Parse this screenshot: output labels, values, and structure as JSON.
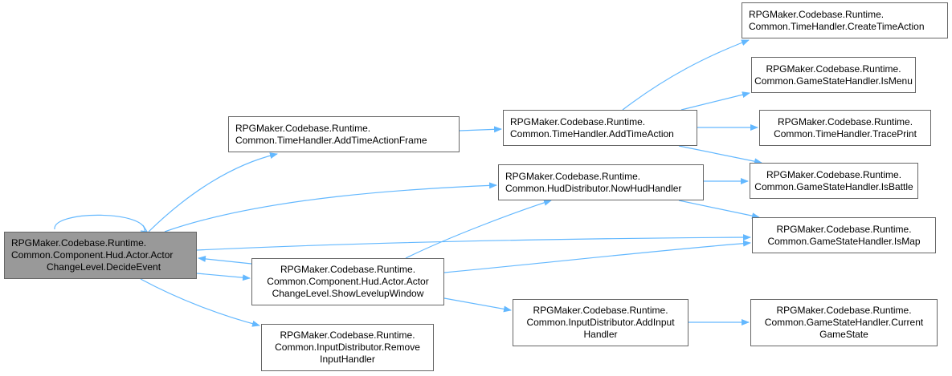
{
  "colors": {
    "edge": "#63b8ff",
    "node_border": "#666666",
    "root_fill": "#999999",
    "node_fill": "#ffffff"
  },
  "nodes": [
    {
      "id": "decide",
      "lines": [
        "RPGMaker.Codebase.Runtime.",
        "Common.Component.Hud.Actor.Actor",
        "ChangeLevel.DecideEvent"
      ]
    },
    {
      "id": "addframe",
      "lines": [
        "RPGMaker.Codebase.Runtime.",
        "Common.TimeHandler.AddTimeActionFrame"
      ]
    },
    {
      "id": "addaction",
      "lines": [
        "RPGMaker.Codebase.Runtime.",
        "Common.TimeHandler.AddTimeAction"
      ]
    },
    {
      "id": "create",
      "lines": [
        "RPGMaker.Codebase.Runtime.",
        "Common.TimeHandler.CreateTimeAction"
      ]
    },
    {
      "id": "ismenu",
      "lines": [
        "RPGMaker.Codebase.Runtime.",
        "Common.GameStateHandler.IsMenu"
      ]
    },
    {
      "id": "trace",
      "lines": [
        "RPGMaker.Codebase.Runtime.",
        "Common.TimeHandler.TracePrint"
      ]
    },
    {
      "id": "nowhud",
      "lines": [
        "RPGMaker.Codebase.Runtime.",
        "Common.HudDistributor.NowHudHandler"
      ]
    },
    {
      "id": "isbattle",
      "lines": [
        "RPGMaker.Codebase.Runtime.",
        "Common.GameStateHandler.IsBattle"
      ]
    },
    {
      "id": "ismap",
      "lines": [
        "RPGMaker.Codebase.Runtime.",
        "Common.GameStateHandler.IsMap"
      ]
    },
    {
      "id": "showlevel",
      "lines": [
        "RPGMaker.Codebase.Runtime.",
        "Common.Component.Hud.Actor.Actor",
        "ChangeLevel.ShowLevelupWindow"
      ]
    },
    {
      "id": "addinput",
      "lines": [
        "RPGMaker.Codebase.Runtime.",
        "Common.InputDistributor.AddInput",
        "Handler"
      ]
    },
    {
      "id": "curstate",
      "lines": [
        "RPGMaker.Codebase.Runtime.",
        "Common.GameStateHandler.Current",
        "GameState"
      ]
    },
    {
      "id": "removeinput",
      "lines": [
        "RPGMaker.Codebase.Runtime.",
        "Common.InputDistributor.Remove",
        "InputHandler"
      ]
    }
  ],
  "edges": [
    {
      "from": "decide",
      "to": "decide"
    },
    {
      "from": "decide",
      "to": "addframe"
    },
    {
      "from": "decide",
      "to": "nowhud"
    },
    {
      "from": "decide",
      "to": "ismap"
    },
    {
      "from": "decide",
      "to": "showlevel"
    },
    {
      "from": "decide",
      "to": "removeinput"
    },
    {
      "from": "addframe",
      "to": "addaction"
    },
    {
      "from": "addaction",
      "to": "create"
    },
    {
      "from": "addaction",
      "to": "ismenu"
    },
    {
      "from": "addaction",
      "to": "trace"
    },
    {
      "from": "addaction",
      "to": "isbattle"
    },
    {
      "from": "nowhud",
      "to": "isbattle"
    },
    {
      "from": "nowhud",
      "to": "ismap"
    },
    {
      "from": "showlevel",
      "to": "decide"
    },
    {
      "from": "showlevel",
      "to": "nowhud"
    },
    {
      "from": "showlevel",
      "to": "ismap"
    },
    {
      "from": "showlevel",
      "to": "addinput"
    },
    {
      "from": "addinput",
      "to": "curstate"
    }
  ]
}
